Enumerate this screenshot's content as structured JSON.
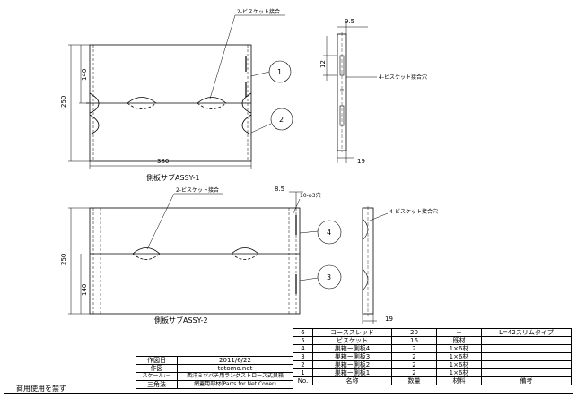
{
  "labels": {
    "assy1_title": "側板サブASSY-1",
    "assy2_title": "側板サブASSY-2",
    "biscuit_joint": "2-ビスケット接合",
    "biscuit_joint_side": "4-ビスケット接合穴",
    "holes": "10-φ3穴",
    "prohibition": "商用使用を禁ず"
  },
  "dims": {
    "w380": "380",
    "h250_top": "250",
    "h140_top": "140",
    "w95": "9.5",
    "h12": "12",
    "t19_top": "19",
    "w85": "8.5",
    "h250_bottom": "250",
    "h140_bottom": "140",
    "t19_bottom": "19"
  },
  "balloons": [
    "1",
    "2",
    "3",
    "4"
  ],
  "info": {
    "drawn_date_label": "作図日",
    "drawn_date": "2011/6/22",
    "author_label": "作図",
    "author": "totomo.net",
    "scale_label": "スケール:－",
    "projection_label": "三角法",
    "project_title": "西洋ミツバチ用ラングストロース式巣箱",
    "subtitle": "網蓋用部材(Parts for Net Cover)"
  },
  "parts_header": {
    "no": "No.",
    "name": "名称",
    "qty": "数量",
    "material": "材料",
    "remarks": "備考"
  },
  "parts": [
    {
      "no": "6",
      "name": "コーススレッド",
      "qty": "20",
      "material": "－",
      "remarks": "L=42スリムタイプ"
    },
    {
      "no": "5",
      "name": "ビスケット",
      "qty": "16",
      "material": "既材",
      "remarks": ""
    },
    {
      "no": "4",
      "name": "巣箱ー側板4",
      "qty": "2",
      "material": "1×6材",
      "remarks": ""
    },
    {
      "no": "3",
      "name": "巣箱ー側板3",
      "qty": "2",
      "material": "1×6材",
      "remarks": ""
    },
    {
      "no": "2",
      "name": "巣箱ー側板2",
      "qty": "2",
      "material": "1×6材",
      "remarks": ""
    },
    {
      "no": "1",
      "name": "巣箱ー側板1",
      "qty": "2",
      "material": "1×6材",
      "remarks": ""
    }
  ]
}
